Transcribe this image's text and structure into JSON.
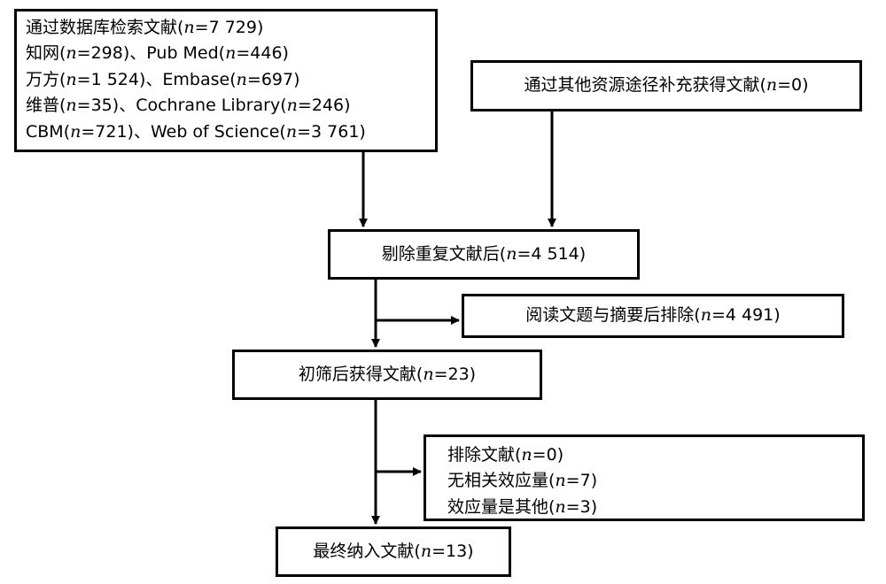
{
  "colors": {
    "line": "#000000",
    "box_fill": "#ffffff"
  },
  "search": {
    "title": [
      "通过数据库检索文献(",
      "7 729",
      ")"
    ],
    "lines": [
      [
        "知网(",
        "298",
        ")、Pub Med(",
        "446",
        ")"
      ],
      [
        "万方(",
        "1 524",
        ")、Embase(",
        "697",
        ")"
      ],
      [
        "维普(",
        "35",
        ")、Cochrane Library(",
        "246",
        ")"
      ],
      [
        "CBM(",
        "721",
        ")、Web of Science(",
        "3 761",
        ")"
      ]
    ]
  },
  "other_sources": {
    "prefix": "通过其他资源途径补充获得文献(",
    "value": "0",
    "suffix": ")"
  },
  "dedup": {
    "prefix": "剔除重复文献后(",
    "value": "4 514",
    "suffix": ")"
  },
  "excluded_title_abstract": {
    "prefix": "阅读文题与摘要后排除(",
    "value": "4 491",
    "suffix": ")"
  },
  "initial_screen": {
    "prefix": "初筛后获得文献(",
    "value": "23",
    "suffix": ")"
  },
  "excluded_fulltext": {
    "items": [
      {
        "prefix": "排除文献(",
        "value": "0",
        "suffix": ")"
      },
      {
        "prefix": "无相关效应量(",
        "value": "7",
        "suffix": ")"
      },
      {
        "prefix": "效应量是其他(",
        "value": "3",
        "suffix": ")"
      }
    ]
  },
  "included": {
    "prefix": "最终纳入文献(",
    "value": "13",
    "suffix": ")"
  },
  "n_symbol": "n",
  "eq": "="
}
